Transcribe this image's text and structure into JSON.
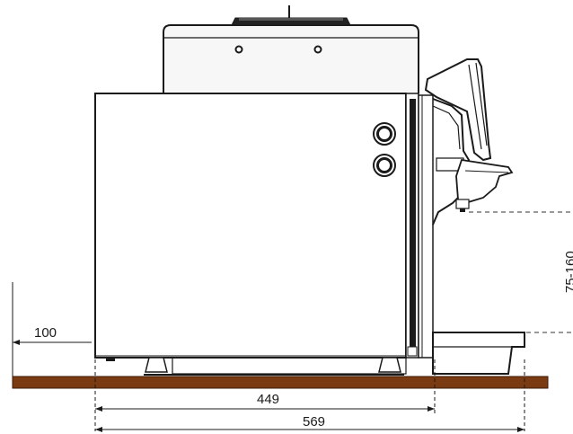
{
  "dimensions": {
    "left_clearance": "100",
    "depth_body": "449",
    "depth_total": "569",
    "height_range": "75-160"
  },
  "colors": {
    "line": "#1a1a1a",
    "floor": "#7a3a12",
    "floor_edge": "#3d1a05",
    "panel_fill": "#ffffff",
    "top_fill": "#f7f7f7",
    "dash": "#333333"
  }
}
